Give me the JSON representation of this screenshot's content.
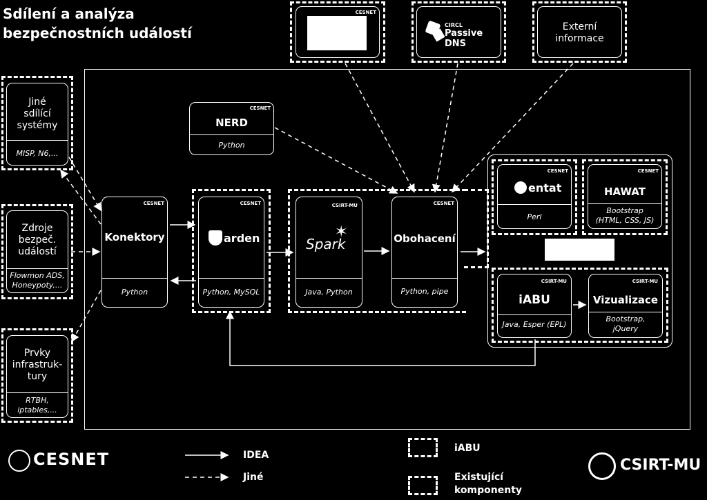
{
  "title": {
    "line1": "Sdílení a analýza",
    "line2": "bezpečnostních událostí"
  },
  "top": {
    "passive_dns": {
      "circl": "CIRCL",
      "name": "Passive DNS"
    },
    "external": {
      "line1": "Externí",
      "line2": "informace"
    }
  },
  "left": {
    "other_systems": {
      "line1": "Jiné",
      "line2": "sdílící",
      "line3": "systémy",
      "sub": "MISP, N6,..."
    },
    "sources": {
      "line1": "Zdroje",
      "line2": "bezpeč.",
      "line3": "událostí",
      "sub1": "Flowmon ADS,",
      "sub2": "Honeypoty,..."
    },
    "infra": {
      "line1": "Prvky",
      "line2": "infrastruk-",
      "line3": "tury",
      "sub1": "RTBH,",
      "sub2": "iptables,..."
    }
  },
  "nerd": {
    "name": "NERD",
    "sub": "Python"
  },
  "konektory": {
    "name": "Konektory",
    "sub": "Python"
  },
  "warden": {
    "logo": "arden",
    "sub": "Python, MySQL"
  },
  "spark": {
    "logo": "Spark",
    "sub": "Java, Python"
  },
  "obohaceni": {
    "name": "Obohacení",
    "sub": "Python, pipe"
  },
  "mentat": {
    "logo": "entat",
    "sub": "Perl"
  },
  "hawat": {
    "name": "HAWAT",
    "sub1": "Bootstrap",
    "sub2": "(HTML, CSS, JS)"
  },
  "iabu": {
    "name": "iABU",
    "sub": "Java, Esper (EPL)"
  },
  "vizualizace": {
    "name": "Vizualizace",
    "sub1": "Bootstrap,",
    "sub2": "jQuery"
  },
  "tags": {
    "cesnet": "CESNET",
    "csirt": "CSIRT-MU"
  },
  "legend": {
    "solid": "IDEA",
    "dashed": "Jiné",
    "iabu": "iABU",
    "existing1": "Existující",
    "existing2": "komponenty"
  },
  "logos": {
    "cesnet": "CESNET",
    "csirt": "CSIRT-MU"
  }
}
